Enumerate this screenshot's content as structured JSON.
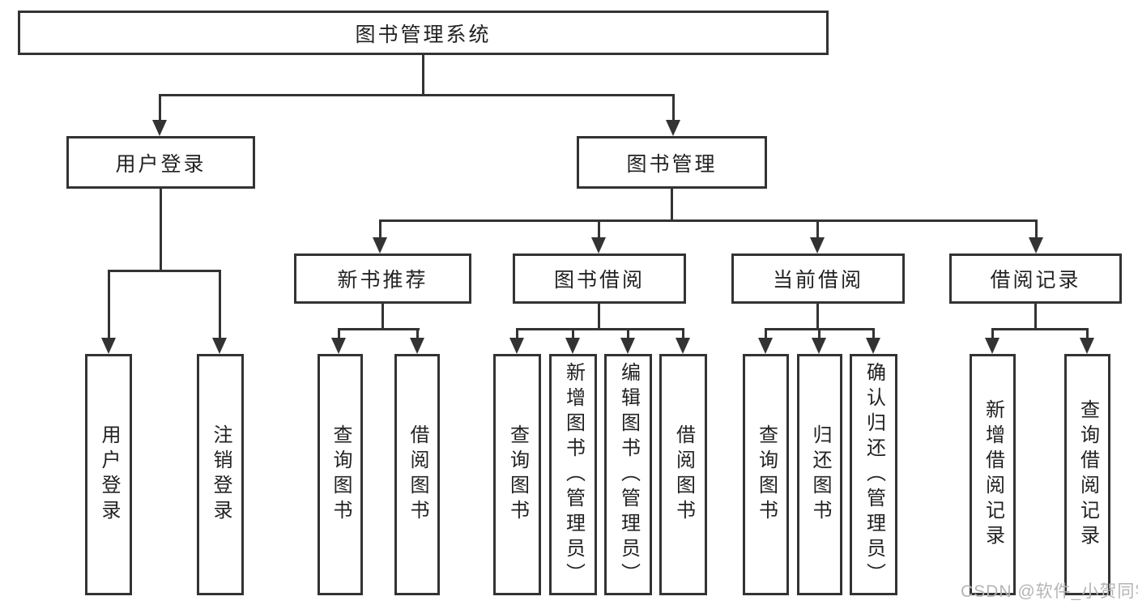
{
  "colors": {
    "line": "#333333",
    "text": "#222222",
    "watermark": "#b5b5b5",
    "background": "#ffffff"
  },
  "diagram_type": "hierarchy-tree",
  "nodes": {
    "root": "图书管理系统",
    "user_login": "用户登录",
    "book_mgmt": "图书管理",
    "new_book_rec": "新书推荐",
    "book_borrow": "图书借阅",
    "current_borrow": "当前借阅",
    "borrow_records": "借阅记录",
    "leaf_user_login": "用户登录",
    "leaf_logout": "注销登录",
    "rec_query_books": "查询图书",
    "rec_borrow_books": "借阅图书",
    "bb_query_books": "查询图书",
    "bb_add_books": "新增图书（管理员）",
    "bb_edit_books": "编辑图书（管理员）",
    "bb_borrow_books": "借阅图书",
    "cb_query_books": "查询图书",
    "cb_return_books": "归还图书",
    "cb_confirm_return": "确认归还（管理员）",
    "br_add_record": "新增借阅记录",
    "br_query_record": "查询借阅记录"
  },
  "watermark": {
    "text": "CSDN @软件_小贺同学"
  }
}
